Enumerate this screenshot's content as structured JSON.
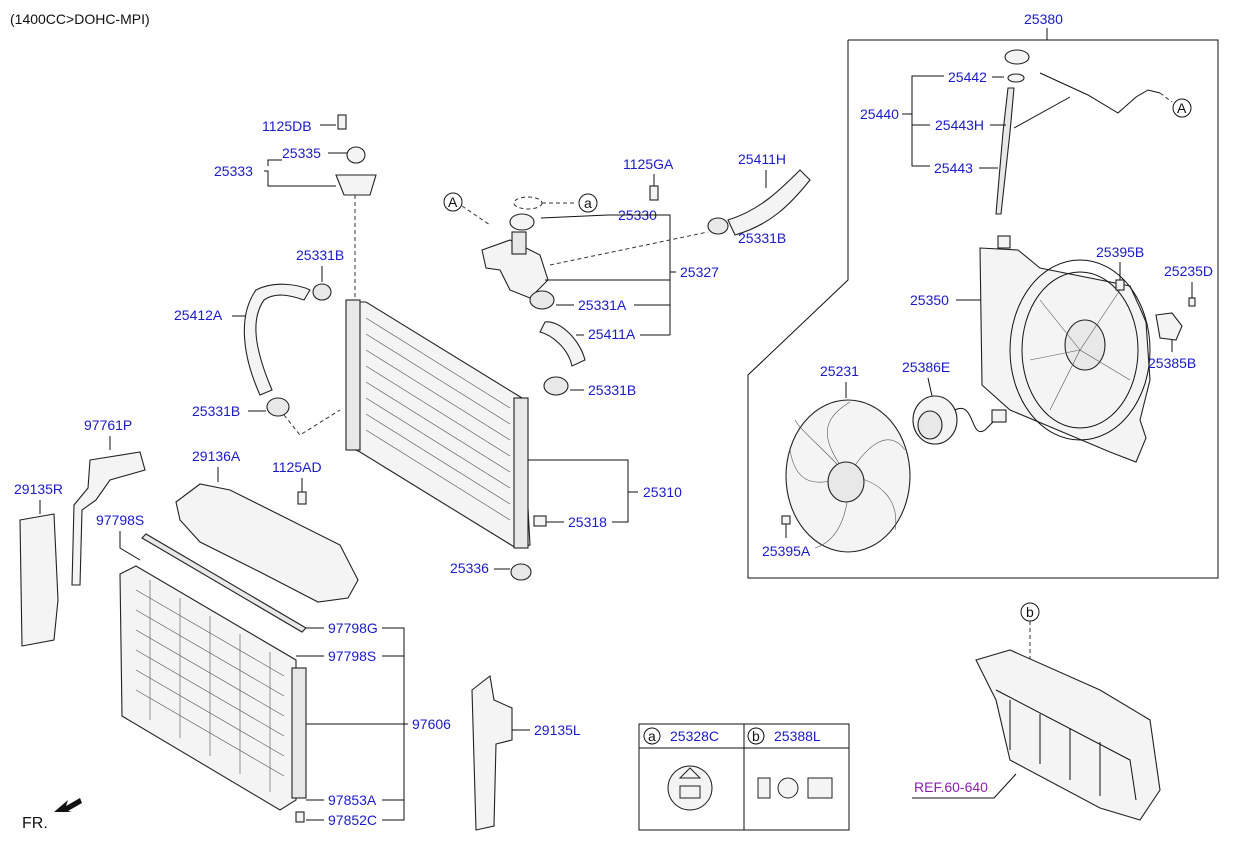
{
  "header": {
    "engine": "(1400CC>DOHC-MPI)"
  },
  "labels": {
    "l_1125DB": "1125DB",
    "l_25335": "25335",
    "l_25333": "25333",
    "l_1125GA": "1125GA",
    "l_25411H": "25411H",
    "l_25330": "25330",
    "l_25331B_a": "25331B",
    "l_25331B_b": "25331B",
    "l_25327": "25327",
    "l_25412A": "25412A",
    "l_25331A": "25331A",
    "l_25411A": "25411A",
    "l_25331B_c": "25331B",
    "l_25331B_d": "25331B",
    "l_25310": "25310",
    "l_25318": "25318",
    "l_25336": "25336",
    "l_97761P": "97761P",
    "l_29136A": "29136A",
    "l_1125AD": "1125AD",
    "l_29135R": "29135R",
    "l_97798S_a": "97798S",
    "l_97798G": "97798G",
    "l_97798S_b": "97798S",
    "l_97606": "97606",
    "l_97853A": "97853A",
    "l_97852C": "97852C",
    "l_29135L": "29135L",
    "l_25380": "25380",
    "l_25442": "25442",
    "l_25440": "25440",
    "l_25443H": "25443H",
    "l_25443": "25443",
    "l_25395B": "25395B",
    "l_25235D": "25235D",
    "l_25350": "25350",
    "l_25385B": "25385B",
    "l_25231": "25231",
    "l_25386E": "25386E",
    "l_25395A": "25395A",
    "ref": "REF.60-640",
    "fr": "FR."
  },
  "callouts": {
    "A": "A",
    "a": "a",
    "b": "b"
  },
  "legend": {
    "a_key": "a",
    "a_part": "25328C",
    "b_key": "b",
    "b_part": "25388L"
  }
}
